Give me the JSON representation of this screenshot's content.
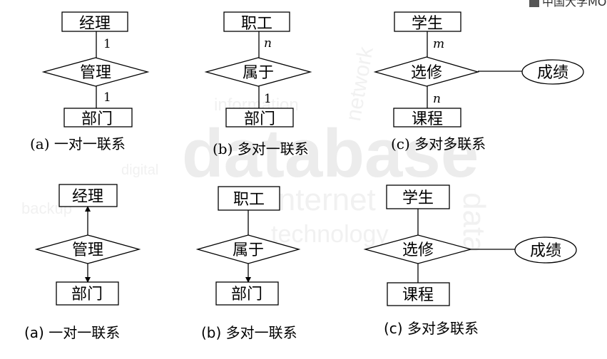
{
  "watermark": {
    "big": "database",
    "words": [
      "network",
      "information",
      "backup",
      "digital",
      "internet",
      "technology",
      "data"
    ]
  },
  "logo": {
    "text": "中国大学MO"
  },
  "top": {
    "a": {
      "entity1": "经理",
      "relationship": "管理",
      "entity2": "部门",
      "card1": "1",
      "card2": "1",
      "caption": "(a) 一对一联系"
    },
    "b": {
      "entity1": "职工",
      "relationship": "属于",
      "entity2": "部门",
      "card1": "n",
      "card2": "1",
      "caption": "(b) 多对一联系"
    },
    "c": {
      "entity1": "学生",
      "relationship": "选修",
      "entity2": "课程",
      "attribute": "成绩",
      "card1": "m",
      "card2": "n",
      "caption": "(c) 多对多联系"
    }
  },
  "bottom": {
    "a": {
      "entity1": "经理",
      "relationship": "管理",
      "entity2": "部门",
      "caption": "(a) 一对一联系"
    },
    "b": {
      "entity1": "职工",
      "relationship": "属于",
      "entity2": "部门",
      "caption": "(b) 多对一联系"
    },
    "c": {
      "entity1": "学生",
      "relationship": "选修",
      "entity2": "课程",
      "attribute": "成绩",
      "caption": "(c) 多对多联系"
    }
  }
}
